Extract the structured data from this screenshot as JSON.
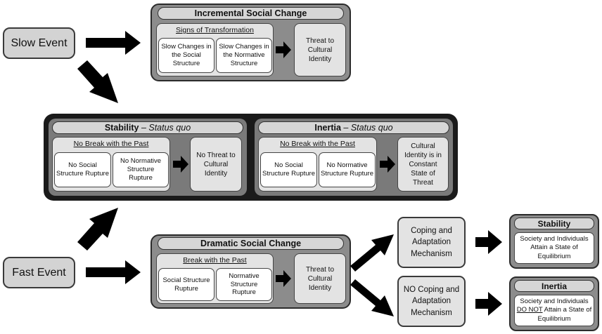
{
  "slow_event": "Slow Event",
  "fast_event": "Fast Event",
  "incremental": {
    "title": "Incremental Social Change",
    "subtitle": "Signs of Transformation",
    "cell1": "Slow Changes in the Social Structure",
    "cell2": "Slow Changes in the Normative Structure",
    "result": "Threat to Cultural Identity"
  },
  "stability_panel": {
    "title": "Stability",
    "dash": " – ",
    "title_em": "Status quo",
    "subtitle": "No Break with the Past",
    "cell1": "No Social Structure Rupture",
    "cell2": "No Normative Structure Rupture",
    "result": "No Threat to Cultural Identity"
  },
  "inertia_panel": {
    "title": "Inertia",
    "dash": " – ",
    "title_em": "Status quo",
    "subtitle": "No Break with the Past",
    "cell1": "No Social Structure Rupture",
    "cell2": "No Normative Structure Rupture",
    "result": "Cultural Identity is in Constant State of Threat"
  },
  "dramatic": {
    "title": "Dramatic Social Change",
    "subtitle": "Break with the Past",
    "cell1": "Social Structure Rupture",
    "cell2": "Normative Structure Rupture",
    "result": "Threat to Cultural Identity"
  },
  "coping": "Coping and Adaptation Mechanism",
  "no_coping": "NO Coping and Adaptation Mechanism",
  "stability_result": {
    "title": "Stability",
    "text": "Society and Individuals Attain a State of Equilibrium"
  },
  "inertia_result": {
    "title": "Inertia",
    "text_before": "Society and Individuals ",
    "text_emph": "DO NOT",
    "text_after": " Attain a State of Equilibrium"
  },
  "colors": {
    "arrow": "#000000",
    "dark_frame": "#1a1a1a",
    "mid_frame": "#8c8c8c",
    "light_box": "#e3e3e3"
  }
}
